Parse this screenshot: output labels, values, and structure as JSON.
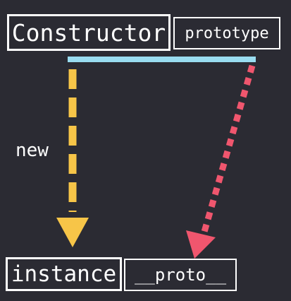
{
  "diagram": {
    "constructor_label": "Constructor",
    "prototype_label": "prototype",
    "new_label": "new",
    "instance_label": "instance",
    "proto_label": "__proto__"
  },
  "colors": {
    "background": "#2b2b33",
    "connector_bar": "#99dcf0",
    "new_arrow": "#f7c548",
    "proto_arrow": "#f0566e",
    "box_border": "#ffffff"
  }
}
